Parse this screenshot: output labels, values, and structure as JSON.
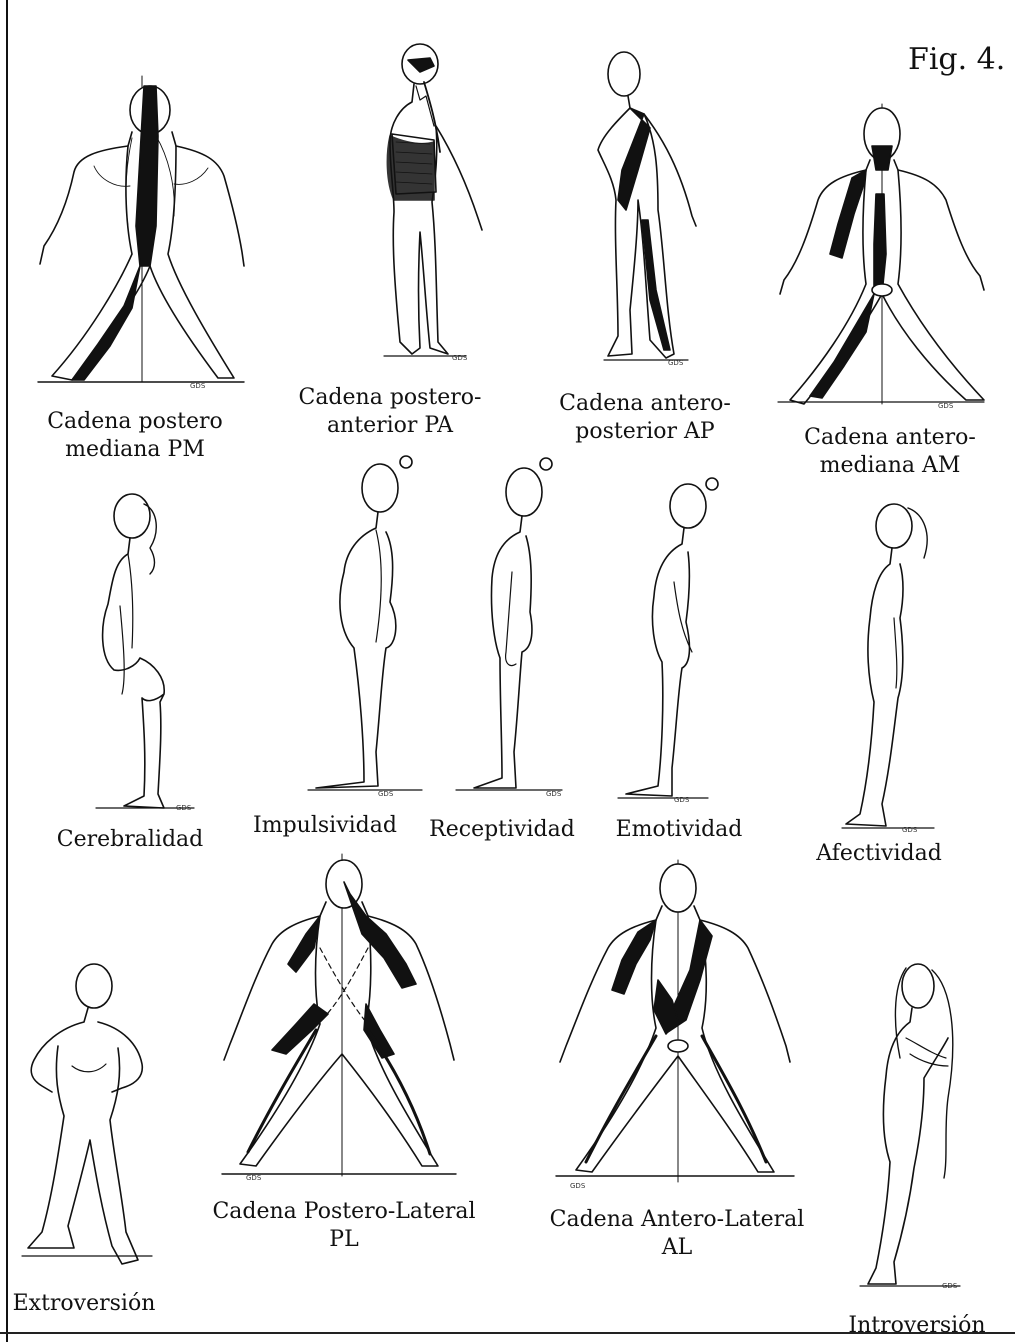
{
  "fig_label": "Fig. 4.",
  "figures": [
    {
      "id": "pm",
      "caption": [
        "Cadena postero",
        "mediana PM"
      ],
      "mark": "GDS"
    },
    {
      "id": "pa",
      "caption": [
        "Cadena postero-",
        "anterior  PA"
      ],
      "mark": "GDS"
    },
    {
      "id": "ap",
      "caption": [
        "Cadena antero-",
        "posterior  AP"
      ],
      "mark": "GDS"
    },
    {
      "id": "am",
      "caption": [
        "Cadena antero-",
        "mediana  AM"
      ],
      "mark": "GDS"
    },
    {
      "id": "cerebralidad",
      "caption": [
        "Cerebralidad"
      ],
      "mark": "GDS"
    },
    {
      "id": "impulsividad",
      "caption": [
        "Impulsividad"
      ],
      "mark": "GDS"
    },
    {
      "id": "receptividad",
      "caption": [
        "Receptividad"
      ],
      "mark": "GDS"
    },
    {
      "id": "emotividad",
      "caption": [
        "Emotividad"
      ],
      "mark": "GDS"
    },
    {
      "id": "afectividad",
      "caption": [
        "Afectividad"
      ],
      "mark": "GDS"
    },
    {
      "id": "extroversion",
      "caption": [
        "Extroversión"
      ]
    },
    {
      "id": "pl",
      "caption": [
        "Cadena Postero-Lateral",
        "PL"
      ],
      "mark": "GDS"
    },
    {
      "id": "al",
      "caption": [
        "Cadena Antero-Lateral",
        "AL"
      ],
      "mark": "GDS"
    },
    {
      "id": "introversion",
      "caption": [
        "Introversión"
      ],
      "mark": "GDS"
    }
  ]
}
